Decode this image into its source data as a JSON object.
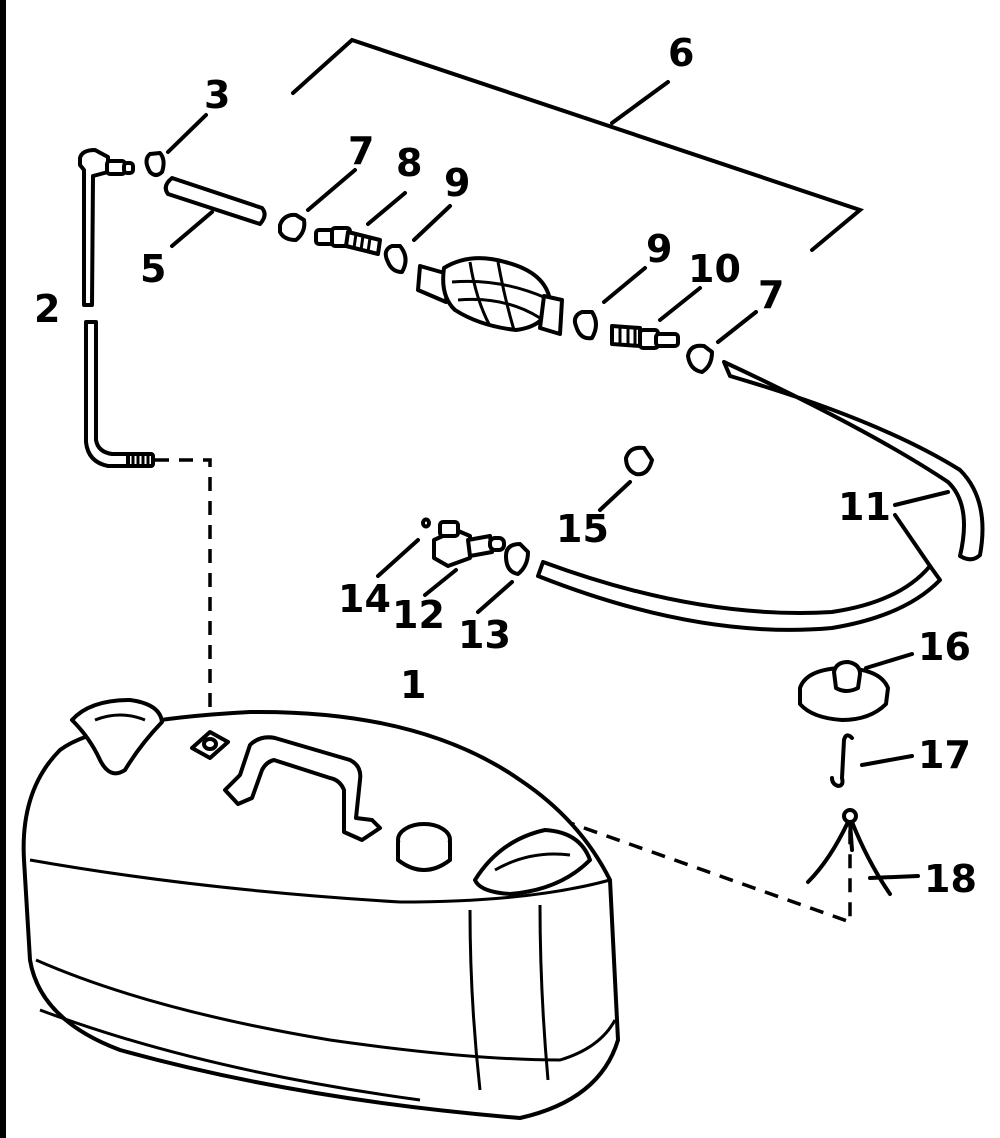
{
  "callouts": {
    "c1": "1",
    "c2": "2",
    "c3": "3",
    "c5": "5",
    "c6": "6",
    "c7a": "7",
    "c7b": "7",
    "c8": "8",
    "c9a": "9",
    "c9b": "9",
    "c10": "10",
    "c11": "11",
    "c12": "12",
    "c13": "13",
    "c14": "14",
    "c15": "15",
    "c16": "16",
    "c17": "17",
    "c18": "18"
  },
  "colors": {
    "ink": "#000000",
    "paper": "#ffffff"
  }
}
